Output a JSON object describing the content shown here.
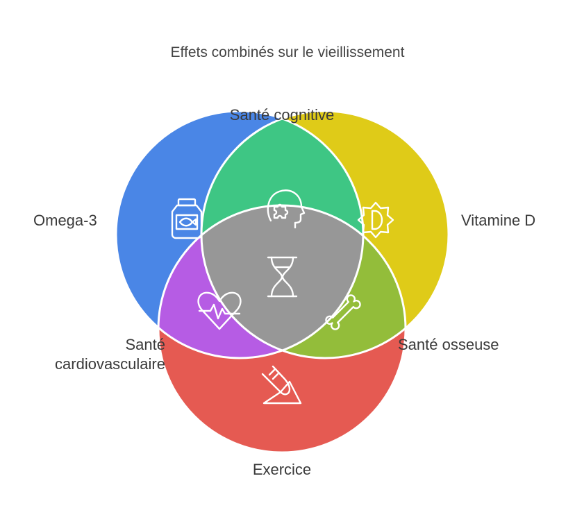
{
  "title": "Effets combinés sur le vieillissement",
  "sets": [
    {
      "label": "Omega-3",
      "color": "#4a86e6",
      "icon": "supplement-jar-icon"
    },
    {
      "label": "Vitamine D",
      "color": "#dfcb18",
      "icon": "sun-icon"
    },
    {
      "label": "Exercice",
      "color": "#e55a52",
      "icon": "running-shoe-icon"
    }
  ],
  "intersections": [
    {
      "label": "Santé cognitive",
      "sets": [
        "Omega-3",
        "Vitamine D"
      ],
      "color": "#3ec684",
      "icon": "brain-puzzle-icon"
    },
    {
      "label": "Santé cardiovasculaire",
      "sets": [
        "Omega-3",
        "Exercice"
      ],
      "color": "#b65ce4",
      "icon": "heartbeat-icon"
    },
    {
      "label": "Santé osseuse",
      "sets": [
        "Vitamine D",
        "Exercice"
      ],
      "color": "#93bd3a",
      "icon": "bone-icon"
    },
    {
      "label": "",
      "sets": [
        "Omega-3",
        "Vitamine D",
        "Exercice"
      ],
      "color": "#979797",
      "icon": "hourglass-icon"
    }
  ],
  "labels": {
    "cardio_line1": "Santé",
    "cardio_line2": "cardiovasculaire"
  }
}
